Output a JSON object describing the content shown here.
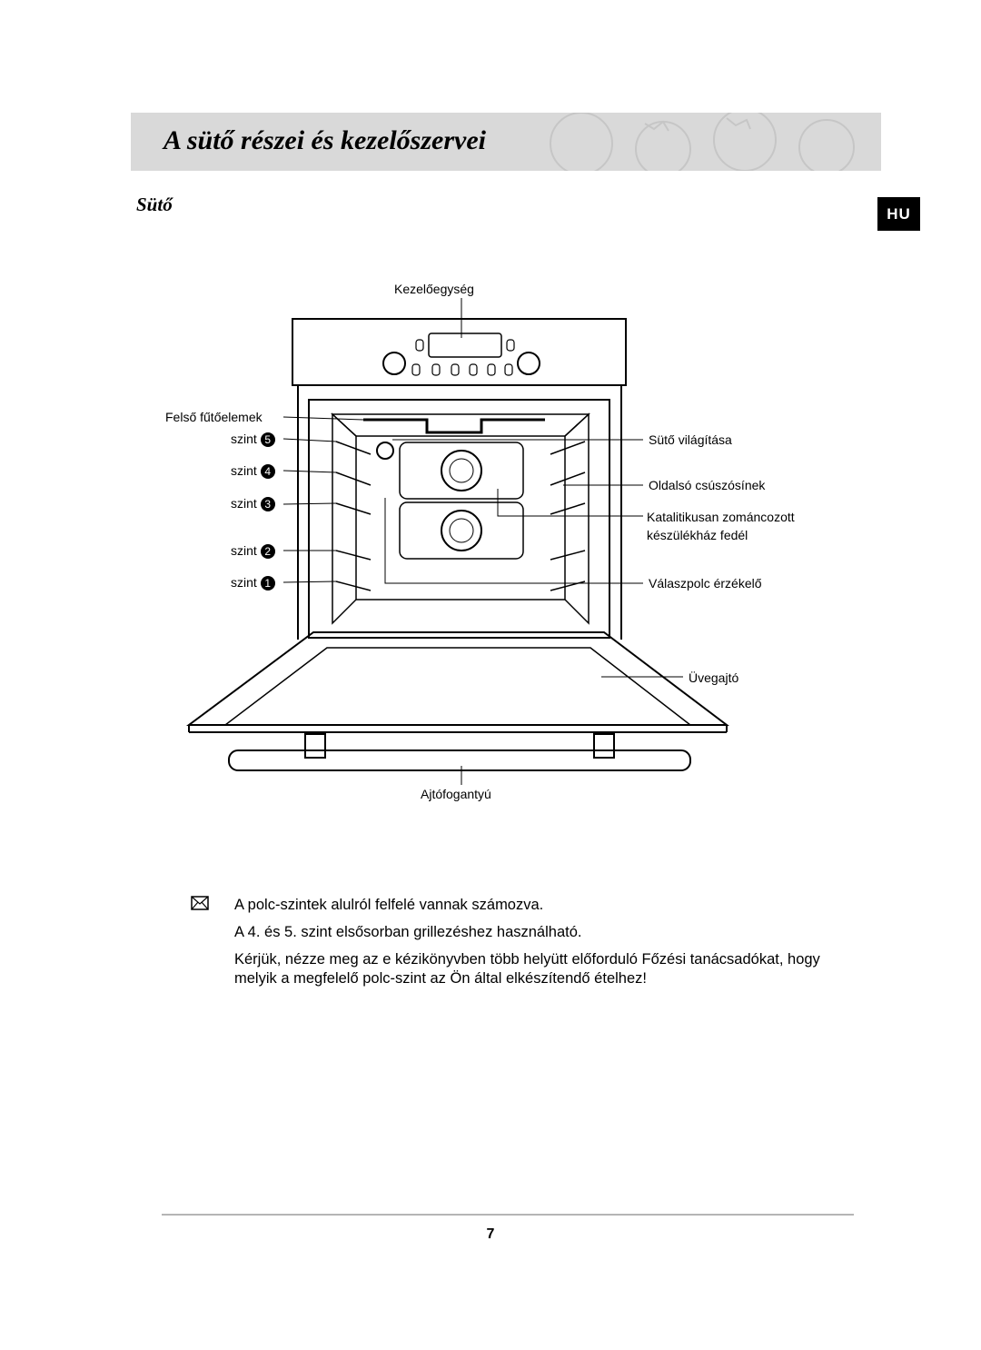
{
  "header": {
    "title": "A sütő részei és kezelőszervei",
    "lang": "HU"
  },
  "section": {
    "title": "Sütő"
  },
  "diagram": {
    "labels": {
      "control_panel": "Kezelőegység",
      "top_heating": "Felső fűtőelemek",
      "light": "Sütő világítása",
      "side_rails": "Oldalsó csúszósínek",
      "catalytic_1": "Katalitikusan zománcozott",
      "catalytic_2": "készülékház fedél",
      "sensor": "Válaszpolc érzékelő",
      "glass_door": "Üvegajtó",
      "handle": "Ajtófogantyú"
    },
    "levels": [
      {
        "label": "szint",
        "num": "5"
      },
      {
        "label": "szint",
        "num": "4"
      },
      {
        "label": "szint",
        "num": "3"
      },
      {
        "label": "szint",
        "num": "2"
      },
      {
        "label": "szint",
        "num": "1"
      }
    ]
  },
  "notes": [
    "A polc-szintek alulról felfelé vannak számozva.",
    "A 4. és 5. szint elsősorban grillezéshez használható.",
    "Kérjük, nézze meg az e kézikönyvben több helyütt előforduló Főzési tanácsadókat, hogy melyik a megfelelő polc-szint az Ön által elkészítendő ételhez!"
  ],
  "footer": {
    "page": "7"
  }
}
